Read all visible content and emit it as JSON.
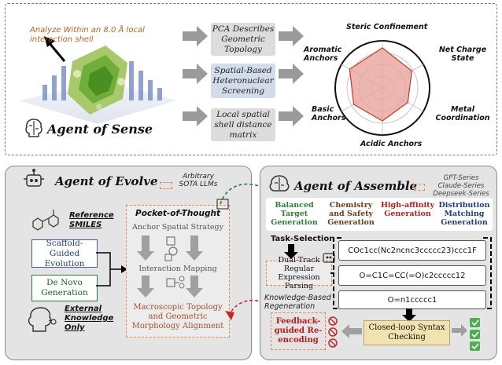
{
  "sense": {
    "title": "Agent of Sense",
    "image_caption": "Analyze Within an 8.0 Å local interaction shell",
    "steps": [
      "PCA Describes Geometric Topology",
      "Spatial-Based Heteronuclear Screening",
      "Local spatial shell distance matrix"
    ],
    "radar_labels": [
      "Steric Confinement",
      "Net Charge State",
      "Metal Coordination",
      "Acidic Anchors",
      "Basic Anchors",
      "Aromatic Anchors"
    ],
    "radar_values": [
      0.85,
      0.72,
      0.62,
      0.7,
      0.7,
      0.8
    ]
  },
  "evolve": {
    "title": "Agent of Evolve",
    "llm_note": "Arbitrary SOTA LLMs",
    "reference_smiles": "Reference SMILES",
    "scaffold": "Scaffold-Guided Evolution",
    "denovo": "De Novo Generation",
    "external": "External Knowledge Only",
    "pocket_title": "Pocket-of-Thought",
    "anchor": "Anchor Spatial Strategy",
    "interaction": "Interaction Mapping",
    "macro": "Macroscopic Topology and Geometric Morphology Alignment"
  },
  "assemble": {
    "title": "Agent of Assemble",
    "models": [
      "GPT-Series",
      "Claude-Series",
      "Deepseek-Series"
    ],
    "tabs": [
      {
        "label": "Balanced Target Generation",
        "color": "#2e7d32"
      },
      {
        "label": "Chemistry and Safety Generation",
        "color": "#6d3b1a"
      },
      {
        "label": "High-affinity Generation",
        "color": "#b71c1c"
      },
      {
        "label": "Distribution Matching Generation",
        "color": "#1f3d7a"
      }
    ],
    "task_selection": "Task-Selection",
    "dual_track": "Dual-Track Regular Expression Parsing",
    "smiles": [
      "COc1cc(Nc2ncnc3ccccc23)ccc1F",
      "O=C1C=CC(=O)c2ccccc12",
      "O=n1ccccc1"
    ],
    "knowledge_regen": "Knowledge-Based Regeneration",
    "feedback": "Feedback-guided Re-encoding",
    "closed_loop": "Closed-loop Syntax Checking"
  }
}
